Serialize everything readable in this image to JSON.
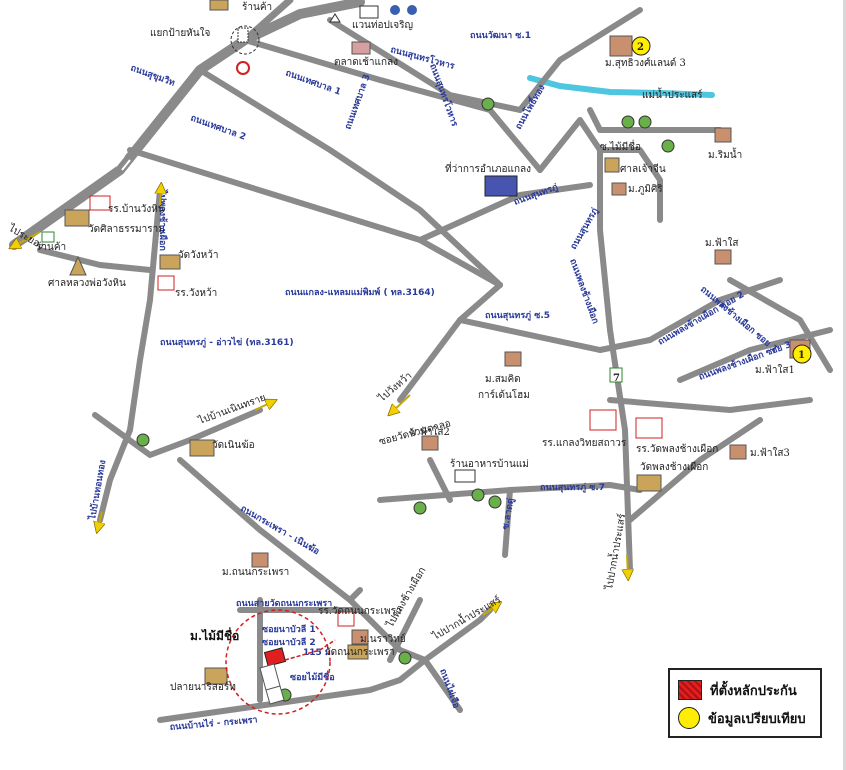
{
  "labels": {
    "junction": "แยกป้ายหันใจ",
    "shop_top": "ร้านค้า",
    "shop_left": "ร้านค้า",
    "market": "ตลาดเช้าแกลง",
    "seven": "7",
    "toward_rayong": "ไประยอง",
    "school_wangkhin": "รร.บ้านวังหิน",
    "temple_silathama": "วัดศิลาธรรมาราม",
    "shrine_wanhin": "ศาลหลวงพ่อวังหิน",
    "temple_wanghua": "วัดวังหว้า",
    "school_wanghua": "รร.วังหว้า",
    "district_office": "ที่ว่าการอำเภอแกลง",
    "chinese_shrine": "ศาลเจ้าจีน",
    "soi_maimee": "ซ.ไม้มีชื่อ",
    "m_phusiri": "ม.ภูมิศิริ",
    "m_rimnam": "ม.ริมน้ำ",
    "m_fah_sai": "ม.ฟ้าใส",
    "m_fah_sai1": "ม.ฟ้าใส1",
    "m_fah_sai2": "ม.ฟ้าใส2",
    "m_fah_sai3": "ม.ฟ้าใส3",
    "m_sutthiwong": "ม.สุทธิวงศ์แลนด์ 3",
    "river": "แม่น้ำประแสร์",
    "toward_wanghua": "ไปวังหว้า",
    "toward_noen": "ไปบ้านเนินทราย",
    "temple_noen": "วัดเนินฆ้อ",
    "m_somkid": "ม.สมคิด",
    "m_somkid2": "การ์เด้นโฮม",
    "school_klaeng": "รร.แกลงวิทยสถาวร",
    "school_wat_phong": "รร.วัดพลงช้างเผือก",
    "temple_phong": "วัดพลงช้างเผือก",
    "restaurant": "ร้านอาหารบ้านแม่",
    "soi_temple": "ซอยวัดบ้านตาลอ",
    "toward_prasae": "ไปปากน้ำประแสร์",
    "m_kraphrao": "ม.ถนนกระเพรา",
    "m_maimeechue": "ม.ไม้มีชื่อ",
    "resort": "ปลายนาริสอร์ท",
    "toward_pak": "ไปปากน้ำประแสร์",
    "toward_phong": "ไปพลงช้างเผือก",
    "m_nara": "ม.นราวิทย์",
    "school_ban_kraphrao": "รร.วัดถนนกระเพรา",
    "temple_kraphrao": "วัดถนนกระเพรา",
    "num1": "1",
    "num2": "2"
  },
  "roads": {
    "r1": "ถนนสุนทรโวหาร",
    "r2": "ถนนสุนทรโวหาร",
    "r3": "ถนนเทศบาล 1",
    "r4": "ถนนเทศบาล 2",
    "r5": "ถนนเทศบาล 3",
    "r6": "ถนนสุขุมวิท",
    "r7": "ถนนสุนทรภู่ ซ.5",
    "r8": "ถนนสุนทรภู่ - อ่าวไข่ (ทล.3161)",
    "r9": "ถนนแกลง-แหลมแม่พิมพ์ ( ทล.3164)",
    "r10": "ถนนพลงช้างเผือก",
    "r11": "ถนนพลงช้างเผือก ซอย 1",
    "r12": "ถนนพลงช้างเผือก ซอย 2",
    "r13": "ถนนพลงช้างเผือก ซอย 3",
    "r14": "ถนนสุนทรภู่ ซ.7",
    "r15": "ถนนกระเพรา - เนินฆ้อ",
    "r16": "ถนนบ้านไร่ - กระเพรา",
    "r17": "ถนนสายวัดถนนกระเพรา",
    "r18": "ไปพลงช้างเผือก",
    "r19": "ถนนสุนทรภู่",
    "r20": "ไปบ้านทอนทอง",
    "r21": "ถนนวัฒนา ซ.1",
    "r22": "ถนนโพธิ์ทอง",
    "r23": "ถนนสุนทรภู่",
    "r24": "ซ.ลาดดู่",
    "r25": "แวนท่อปเจริญ",
    "r26": "ซอยนาบัวลี 1",
    "r27": "ซอยนาบัวลี 2",
    "r28": "ซอยไม้มีชื่อ",
    "r29": "115 ม.",
    "r30": "ถนนไผ่เจือ"
  },
  "legend": {
    "collateral": "ที่ตั้งหลักประกัน",
    "comparison": "ข้อมูลเปรียบเทียบ"
  },
  "colors": {
    "road": "#8a8a8a",
    "road_label": "#2a3a9a",
    "river": "#4fc6e0",
    "collateral": "#e02020",
    "comparison": "#ffee00"
  }
}
